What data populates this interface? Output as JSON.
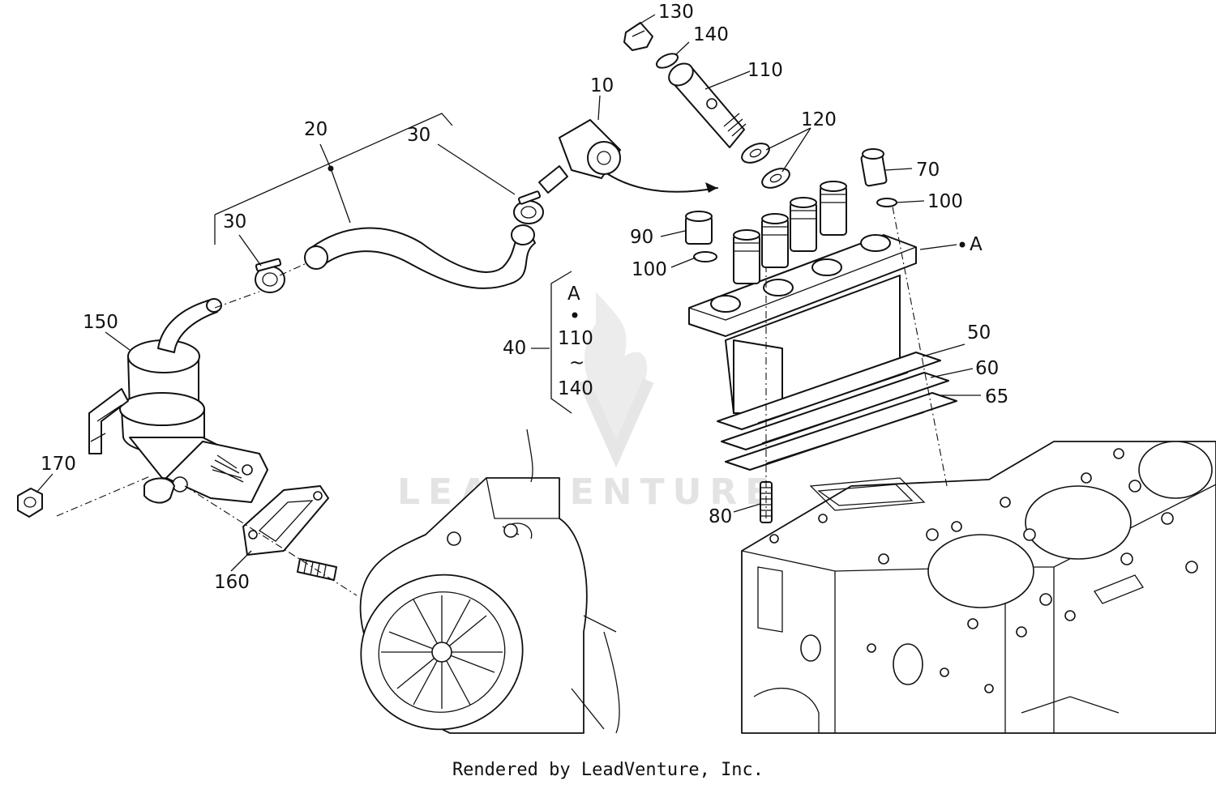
{
  "watermark": {
    "brand": "LEADVENTURE"
  },
  "footer": {
    "text": "Rendered by LeadVenture, Inc."
  },
  "callouts": {
    "p10": "10",
    "p20": "20",
    "p30a": "30",
    "p30b": "30",
    "p40": "40",
    "p50": "50",
    "p60": "60",
    "p65": "65",
    "p70": "70",
    "p80": "80",
    "p90": "90",
    "p100a": "100",
    "p100b": "100",
    "p110": "110",
    "p120": "120",
    "p130": "130",
    "p140": "140",
    "p150": "150",
    "p160": "160",
    "p170": "170",
    "refA": "A"
  },
  "kit_bracket": {
    "ref": "A",
    "from": "110",
    "tilde": "~",
    "to": "140"
  }
}
